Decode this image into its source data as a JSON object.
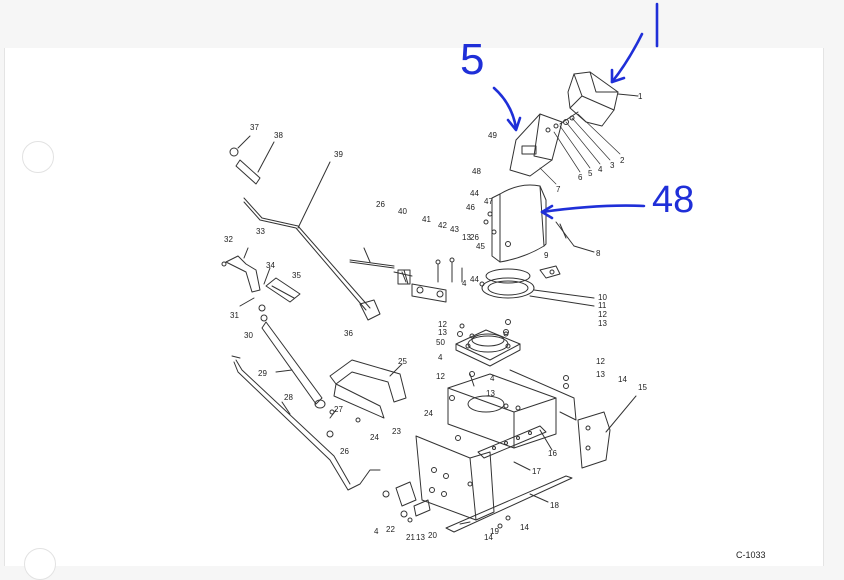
{
  "drawing_id": "C-1033",
  "annotations": [
    {
      "id": "a1",
      "text": "1",
      "target_part": "1"
    },
    {
      "id": "a5",
      "text": "5",
      "target_part": "49"
    },
    {
      "id": "a48",
      "text": "48",
      "target_part": "48"
    }
  ],
  "callouts": [
    "1",
    "2",
    "3",
    "4",
    "5",
    "6",
    "7",
    "8",
    "9",
    "10",
    "11",
    "12",
    "13",
    "14",
    "15",
    "16",
    "17",
    "18",
    "19",
    "20",
    "21",
    "22",
    "23",
    "24",
    "25",
    "26",
    "27",
    "28",
    "29",
    "30",
    "31",
    "32",
    "33",
    "34",
    "35",
    "36",
    "37",
    "38",
    "39",
    "40",
    "41",
    "42",
    "43",
    "44",
    "45",
    "46",
    "47",
    "48",
    "49",
    "50"
  ],
  "colors": {
    "annotation": "#1f2fd8",
    "line": "#333333"
  }
}
